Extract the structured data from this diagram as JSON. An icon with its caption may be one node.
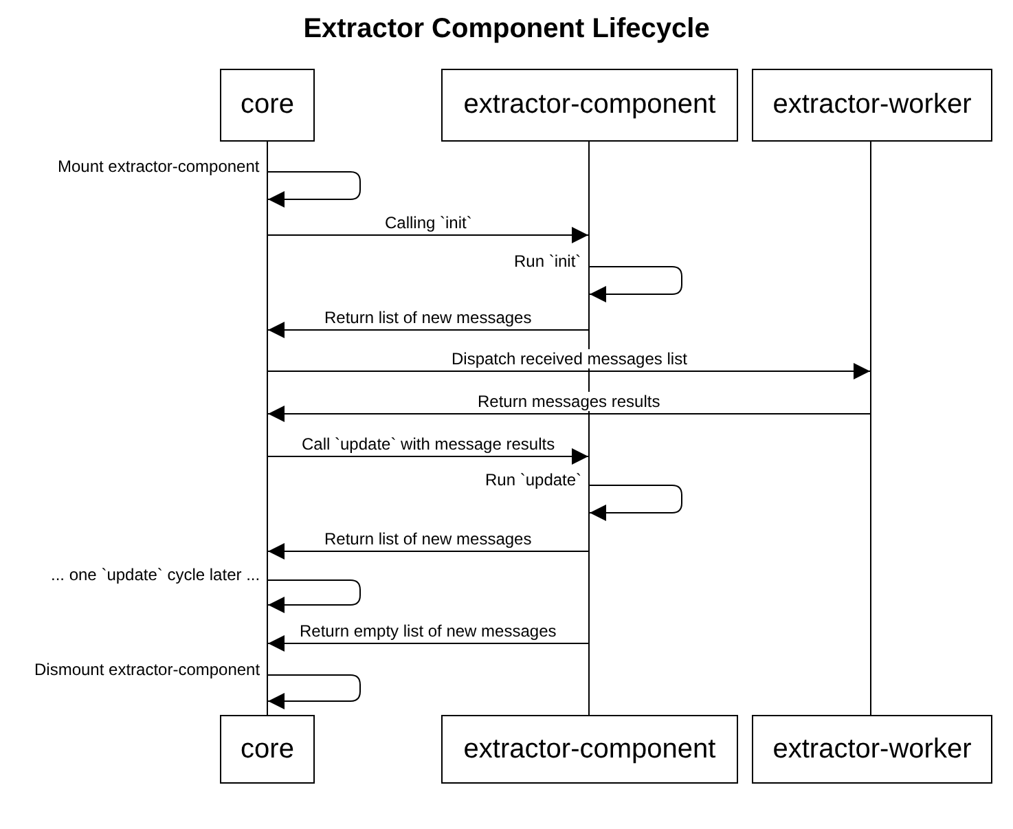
{
  "diagram": {
    "title": "Extractor Component Lifecycle",
    "nodes": [
      {
        "text": [
          "core"
        ]
      },
      {
        "text": [
          "extractor-component"
        ]
      },
      {
        "text": [
          "extractor-worker"
        ]
      },
      {
        "text": [
          "core"
        ]
      },
      {
        "text": [
          "extractor-component"
        ]
      },
      {
        "text": [
          "extractor-worker"
        ]
      },
      {
        "text": [],
        "shape": "bar"
      },
      {
        "text": [],
        "shape": "bar"
      },
      {
        "text": [],
        "shape": "bar"
      }
    ],
    "edges": [
      {
        "from": 6,
        "to": 6,
        "arrow": "to",
        "label": "Mount extractor-component"
      },
      {
        "from": 6,
        "to": 7,
        "arrow": "to",
        "label": "Calling `init`"
      },
      {
        "from": 7,
        "to": 7,
        "arrow": "to",
        "label": "Run `init`"
      },
      {
        "from": 7,
        "to": 6,
        "arrow": "to",
        "label": "Return list of new messages"
      },
      {
        "from": 6,
        "to": 8,
        "arrow": "to",
        "label": "Dispatch received messages list"
      },
      {
        "from": 8,
        "to": 6,
        "arrow": "to",
        "label": "Return messages results"
      },
      {
        "from": 6,
        "to": 7,
        "arrow": "to",
        "label": "Call `update` with message results"
      },
      {
        "from": 7,
        "to": 7,
        "arrow": "to",
        "label": "Run `update`"
      },
      {
        "from": 7,
        "to": 6,
        "arrow": "to",
        "label": "Return list of new messages"
      },
      {
        "from": 6,
        "to": 6,
        "arrow": "to",
        "label": "... one `update` cycle later ..."
      },
      {
        "from": 7,
        "to": 6,
        "arrow": "to",
        "label": "Return empty list of new messages"
      },
      {
        "from": 6,
        "to": 6,
        "arrow": "to",
        "label": "Dismount extractor-component"
      }
    ]
  }
}
